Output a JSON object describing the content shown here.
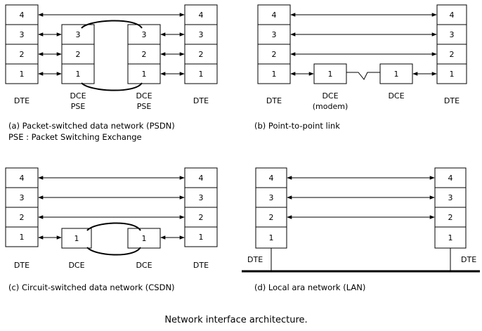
{
  "title": "Network interface architecture.",
  "panels": {
    "a": {
      "caption": "(a) Packet-switched data network (PSDN)",
      "note": "PSE : Packet Switching Exchange",
      "layers": [
        "4",
        "3",
        "2",
        "1"
      ],
      "dte_label": "DTE",
      "dce_label": "DCE",
      "pse_label": "PSE"
    },
    "b": {
      "caption": "(b) Point-to-point link",
      "layers": [
        "4",
        "3",
        "2",
        "1"
      ],
      "dte_label": "DTE",
      "dce_label": "DCE",
      "modem_label": "(modem)"
    },
    "c": {
      "caption": "(c) Circuit-switched data network (CSDN)",
      "layers": [
        "4",
        "3",
        "2",
        "1"
      ],
      "dte_label": "DTE",
      "dce_label": "DCE"
    },
    "d": {
      "caption": "(d) Local ara network (LAN)",
      "layers": [
        "4",
        "3",
        "2",
        "1"
      ],
      "dte_label": "DTE"
    }
  }
}
